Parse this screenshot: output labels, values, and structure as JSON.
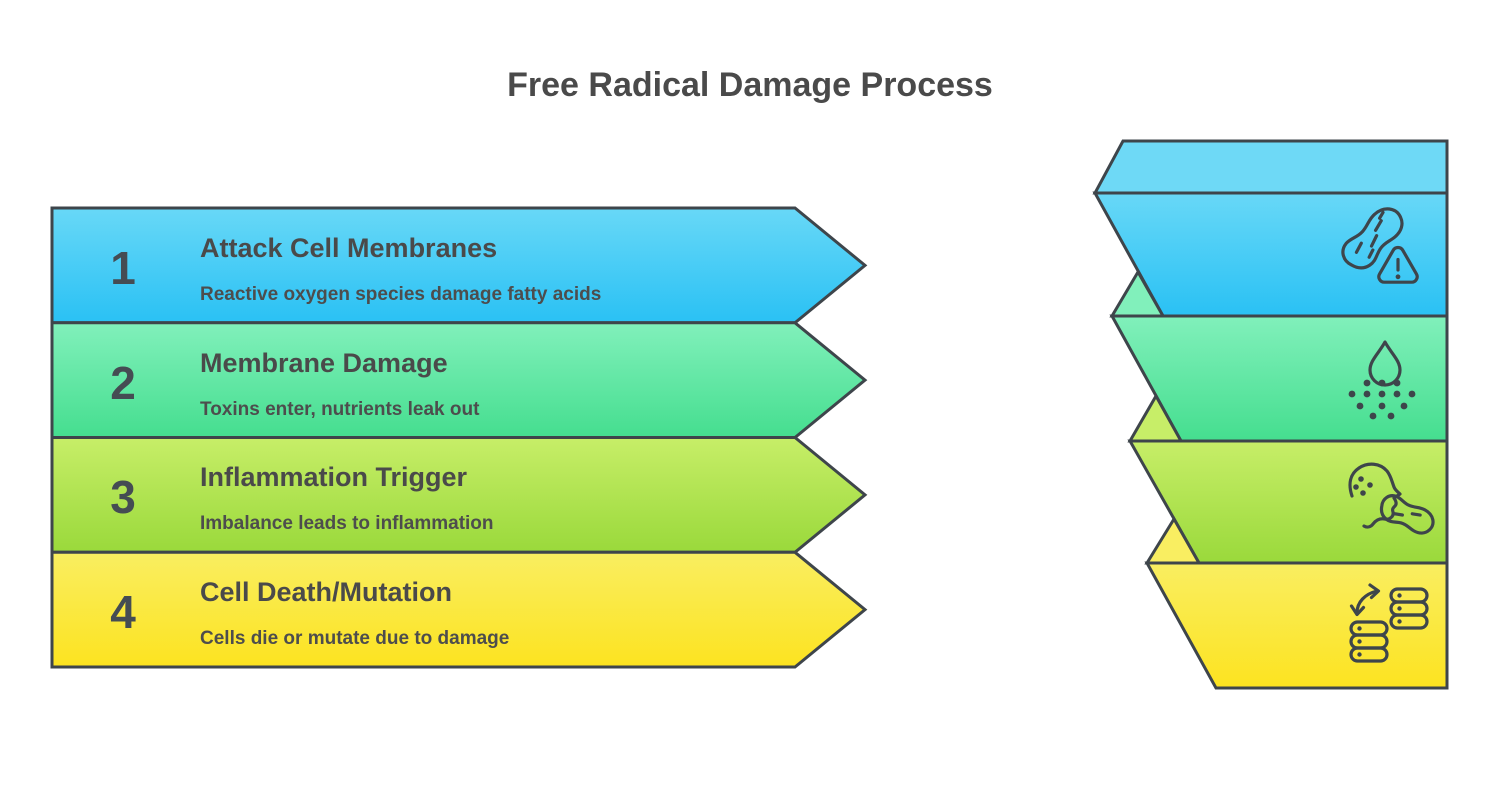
{
  "page": {
    "title": "Free Radical Damage Process",
    "background": "#ffffff"
  },
  "colors": {
    "outline": "#3e454b",
    "title_text": "#4a4a4a",
    "step_text": "#4d4d4d",
    "number_text": "#454c53"
  },
  "steps": [
    {
      "number": "1",
      "title": "Attack Cell Membranes",
      "description": "Reactive oxygen species damage fatty acids",
      "icon": "cell-membrane-warning-icon",
      "color_top": "#68d8f7",
      "color_bottom": "#2ac1f4"
    },
    {
      "number": "2",
      "title": "Membrane Damage",
      "description": "Toxins enter, nutrients leak out",
      "icon": "droplet-leak-icon",
      "color_top": "#81f0bb",
      "color_bottom": "#45de8f"
    },
    {
      "number": "3",
      "title": "Inflammation Trigger",
      "description": "Imbalance leads to inflammation",
      "icon": "inflammation-allergen-icon",
      "color_top": "#c7ee68",
      "color_bottom": "#9ad93b"
    },
    {
      "number": "4",
      "title": "Cell Death/Mutation",
      "description": "Cells die or mutate due to damage",
      "icon": "cell-stacks-mutation-icon",
      "color_top": "#f9ee61",
      "color_bottom": "#fce320"
    }
  ],
  "ribbon": {
    "top_fold_color": "#6ed9f6"
  }
}
